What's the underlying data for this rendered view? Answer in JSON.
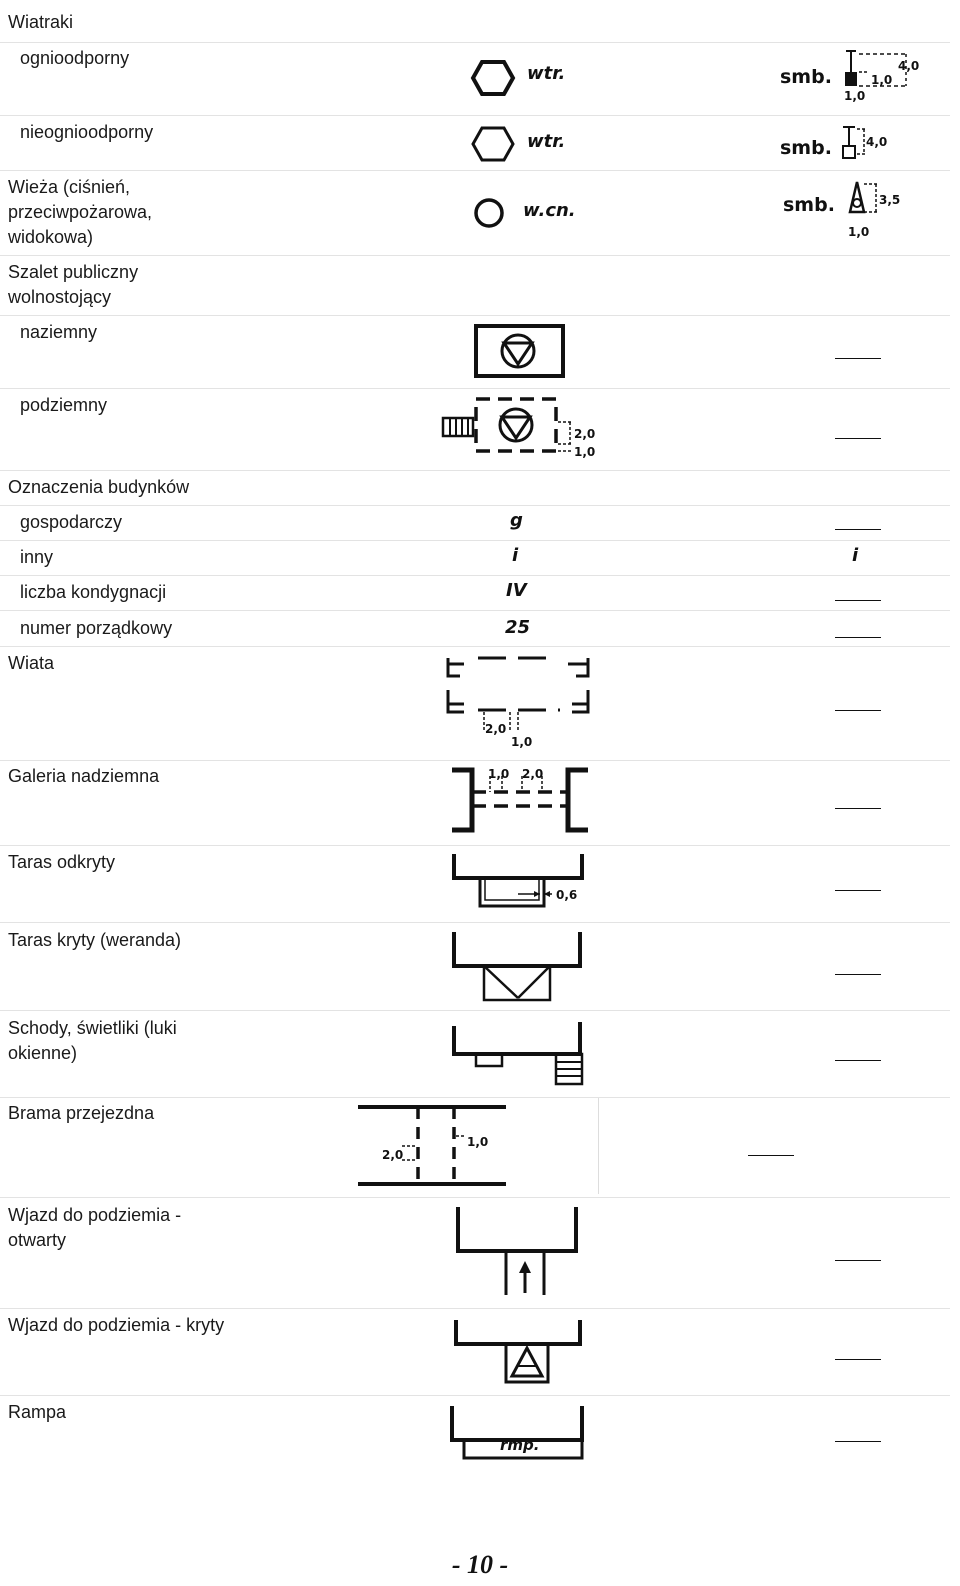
{
  "rows": [
    {
      "label": "Wiatraki"
    },
    {
      "label": "ognioodporny",
      "code": "wtr.",
      "smb": "smb.",
      "dims": [
        "1,0",
        "1,0",
        "4,0"
      ]
    },
    {
      "label": "nieognioodporny",
      "code": "wtr.",
      "smb": "smb.",
      "dims": [
        "4,0"
      ]
    },
    {
      "label": "Wieża (ciśnień,\nprzeciwpożarowa,\nwidokowa)",
      "code": "w.cn.",
      "smb": "smb.",
      "dims": [
        "3,5",
        "1,0"
      ]
    },
    {
      "label": "Szalet publiczny\nwolnostojący"
    },
    {
      "label": "naziemny"
    },
    {
      "label": "podziemny",
      "dims": [
        "2,0",
        "1,0"
      ]
    },
    {
      "label": "Oznaczenia budynków"
    },
    {
      "label": "gospodarczy",
      "code": "g"
    },
    {
      "label": "inny",
      "code": "i",
      "code_right": "i"
    },
    {
      "label": "liczba kondygnacji",
      "code": "IV"
    },
    {
      "label": "numer porządkowy",
      "code": "25"
    },
    {
      "label": "Wiata",
      "dims": [
        "2,0",
        "1,0"
      ]
    },
    {
      "label": "Galeria nadziemna",
      "dims": [
        "1,0",
        "2,0"
      ]
    },
    {
      "label": "Taras odkryty",
      "dims": [
        "0,6"
      ]
    },
    {
      "label": "Taras kryty (weranda)"
    },
    {
      "label": "Schody, świetliki (luki\nokienne)"
    },
    {
      "label": "Brama przejezdna",
      "dims": [
        "2,0",
        "1,0"
      ]
    },
    {
      "label": "Wjazd do podziemia -\notwarty"
    },
    {
      "label": "Wjazd do podziemia - kryty"
    },
    {
      "label": "Rampa",
      "code": "rmp."
    }
  ],
  "page_number": "- 10 -"
}
